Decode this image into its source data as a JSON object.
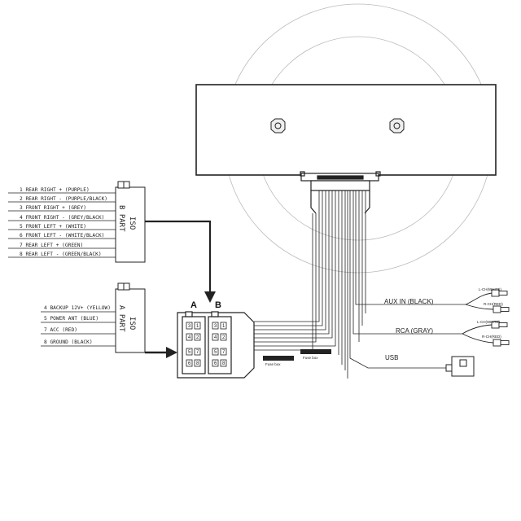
{
  "iso_b": {
    "label_iso": "ISO",
    "label_part": "B PART",
    "wires": [
      "1 REAR RIGHT + (PURPLE)",
      "2 REAR RIGHT - (PURPLE/BLACK)",
      "3 FRONT RIGHT + (GREY)",
      "4 FRONT RIGHT - (GREY/BLACK)",
      "5 FRONT LEFT + (WHITE)",
      "6 FRONT LEFT - (WHITE/BLACK)",
      "7 REAR LEFT + (GREEN)",
      "8 REAR LEFT - (GREEN/BLACK)"
    ]
  },
  "iso_a": {
    "label_iso": "ISO",
    "label_part": "A PART",
    "wires": [
      "4 BACKUP 12V+ (YELLOW)",
      "5 POWER ANT (BLUE)",
      "7 ACC (RED)",
      "8 GROUND (BLACK)"
    ]
  },
  "connector": {
    "label_a": "A",
    "label_b": "B",
    "pins_a": [
      "3",
      "1",
      "4",
      "2",
      "5",
      "7",
      "6",
      "8"
    ],
    "pins_b": [
      "3",
      "1",
      "4",
      "2",
      "5",
      "7",
      "6",
      "8"
    ]
  },
  "fuses": [
    "Fuse box",
    "Fuse box"
  ],
  "outputs": {
    "aux_in": "AUX IN (BLACK)",
    "aux_left": "L-CH(WHITE)",
    "aux_right": "R-CH(RED)",
    "rca": "RCA (GRAY)",
    "rca_left": "L-CH(WHITE)",
    "rca_right": "R-CH(RED)",
    "usb": "USB"
  },
  "colors": {
    "line": "#222222",
    "background": "#ffffff"
  },
  "icons": [
    "screw-icon",
    "arrow-icon",
    "rca-plug-icon",
    "usb-plug-icon"
  ]
}
